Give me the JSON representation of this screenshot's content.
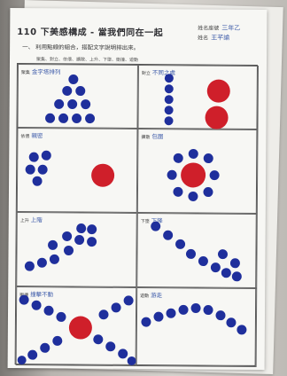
{
  "worksheet": {
    "title": "110 下美感構成 - 當我們同在一起",
    "class_label": "姓名座號",
    "class_value": "三年乙",
    "name_label": "姓名",
    "name_value": "王芊諭",
    "instruction": "一、 利用點線的組合，搭配文字說明排出來。",
    "word_bank": "聚集、對立、依偎、擴散、上升、下墜、衝撞、遊動",
    "cells": [
      {
        "label": "聚集",
        "answer": "金字塔排列"
      },
      {
        "label": "對立",
        "answer": "不同之處"
      },
      {
        "label": "依偎",
        "answer": "親密"
      },
      {
        "label": "擴散",
        "answer": "包圍"
      },
      {
        "label": "上升",
        "answer": "上階"
      },
      {
        "label": "下墜",
        "answer": "下降"
      },
      {
        "label": "衝撞",
        "answer": "撞擊不動"
      },
      {
        "label": "遊動",
        "answer": "游走"
      }
    ]
  },
  "colors": {
    "blue_dot": "#1f2f9c",
    "red_dot": "#cf1f2a",
    "handwriting": "#3a58a8"
  }
}
